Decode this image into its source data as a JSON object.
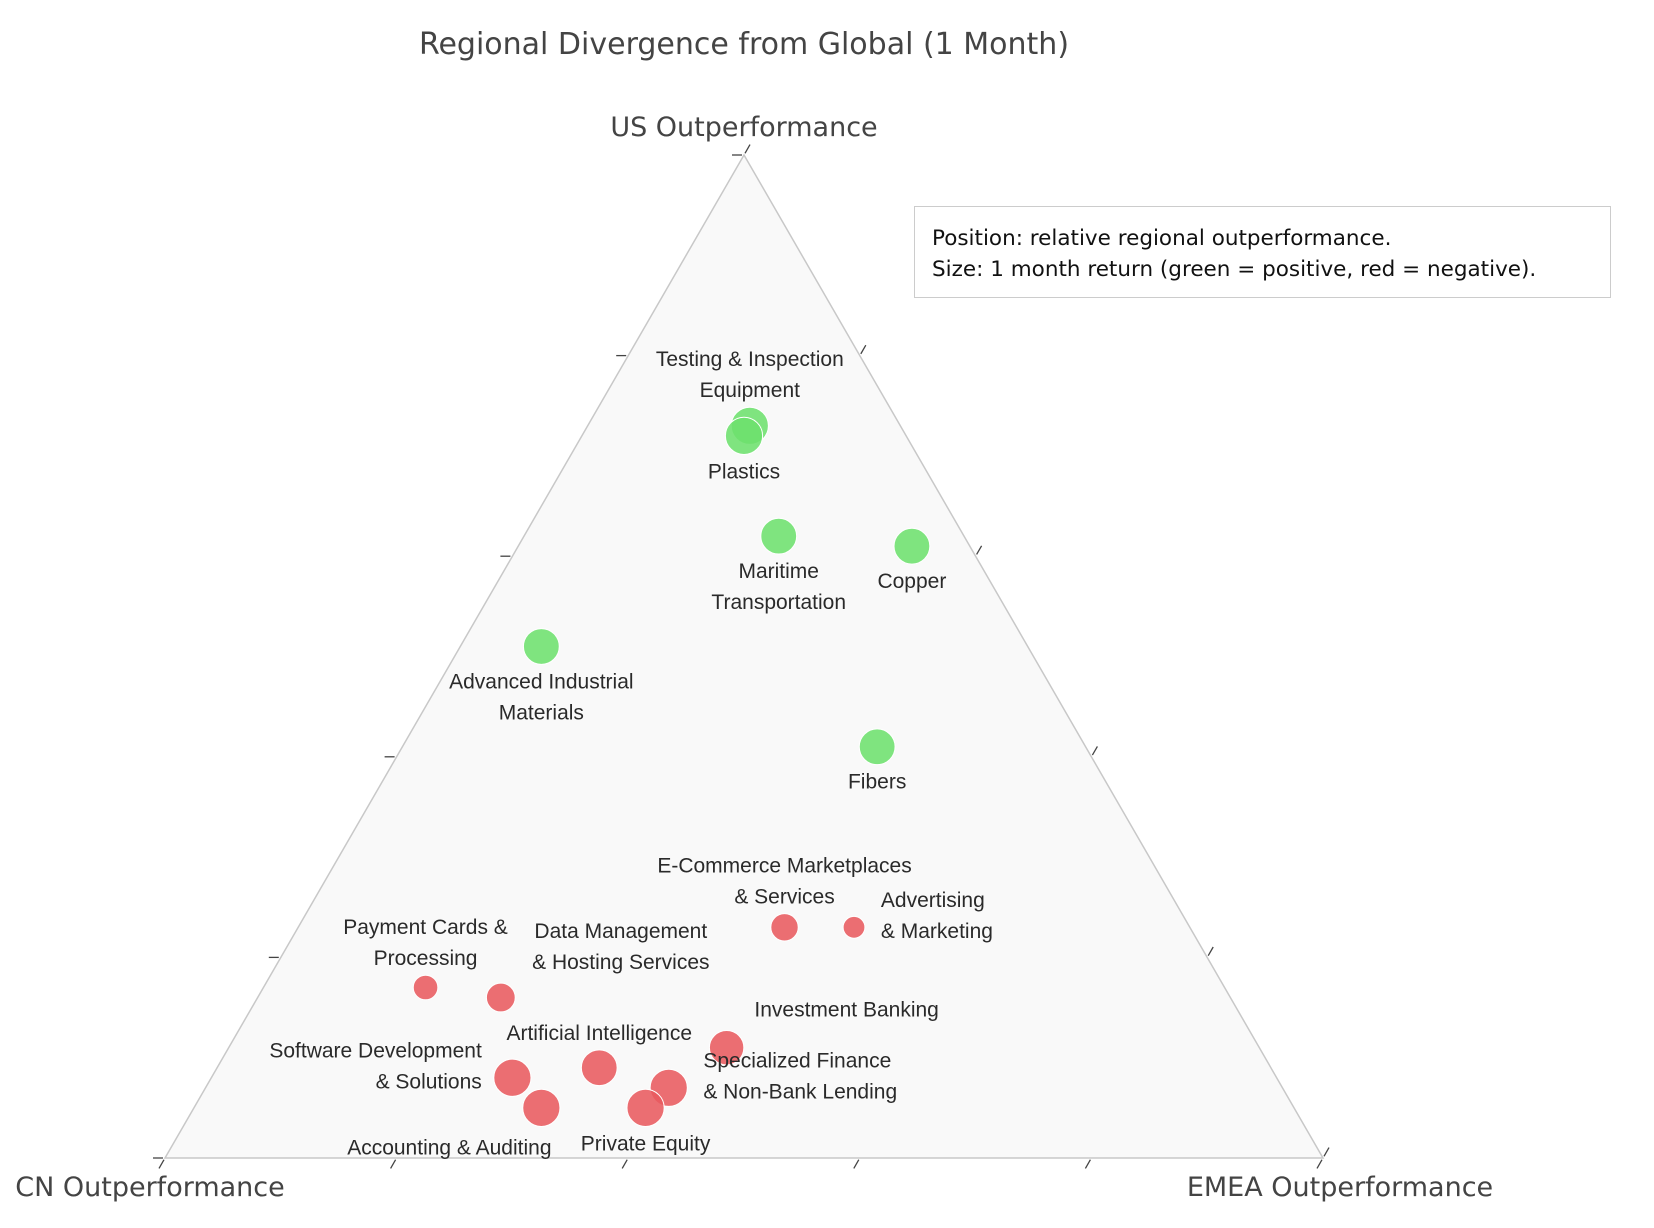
{
  "chart_data": {
    "type": "scatter",
    "subtype": "ternary",
    "title": "Regional Divergence from Global (1 Month)",
    "axes": {
      "top": "US Outperformance",
      "left": "CN Outperformance",
      "right": "EMEA Outperformance"
    },
    "ticks_per_side": 5,
    "colors": {
      "positive": "#6de06d",
      "negative": "#e85a5e",
      "triangle_fill": "#f9f9f9",
      "triangle_edge": "#c8c8c8"
    },
    "points": [
      {
        "name": "Testing & Inspection Equipment",
        "lines": [
          "Testing & Inspection",
          "Equipment"
        ],
        "us": 0.73,
        "emea": 0.14,
        "cn": 0.13,
        "return_sign": "positive",
        "size_rank": 0.9,
        "label_pos": "above"
      },
      {
        "name": "Plastics",
        "lines": [
          "Plastics"
        ],
        "us": 0.72,
        "emea": 0.14,
        "cn": 0.14,
        "return_sign": "positive",
        "size_rank": 0.9,
        "label_pos": "below"
      },
      {
        "name": "Maritime Transportation",
        "lines": [
          "Maritime",
          "Transportation"
        ],
        "us": 0.62,
        "emea": 0.22,
        "cn": 0.16,
        "return_sign": "positive",
        "size_rank": 0.85,
        "label_pos": "below"
      },
      {
        "name": "Copper",
        "lines": [
          "Copper"
        ],
        "us": 0.61,
        "emea": 0.34,
        "cn": 0.05,
        "return_sign": "positive",
        "size_rank": 0.85,
        "label_pos": "below"
      },
      {
        "name": "Advanced Industrial Materials",
        "lines": [
          "Advanced Industrial",
          "Materials"
        ],
        "us": 0.51,
        "emea": 0.07,
        "cn": 0.42,
        "return_sign": "positive",
        "size_rank": 0.85,
        "label_pos": "below"
      },
      {
        "name": "Fibers",
        "lines": [
          "Fibers"
        ],
        "us": 0.41,
        "emea": 0.41,
        "cn": 0.18,
        "return_sign": "positive",
        "size_rank": 0.85,
        "label_pos": "below"
      },
      {
        "name": "E-Commerce Marketplaces & Services",
        "lines": [
          "E-Commerce Marketplaces",
          "& Services"
        ],
        "us": 0.23,
        "emea": 0.42,
        "cn": 0.35,
        "return_sign": "negative",
        "size_rank": 0.55,
        "label_pos": "above"
      },
      {
        "name": "Advertising & Marketing",
        "lines": [
          "Advertising",
          "& Marketing"
        ],
        "us": 0.23,
        "emea": 0.48,
        "cn": 0.29,
        "return_sign": "negative",
        "size_rank": 0.35,
        "label_pos": "right"
      },
      {
        "name": "Payment Cards & Processing",
        "lines": [
          "Payment Cards &",
          "Processing"
        ],
        "us": 0.17,
        "emea": 0.14,
        "cn": 0.69,
        "return_sign": "negative",
        "size_rank": 0.45,
        "label_pos": "above"
      },
      {
        "name": "Data Management & Hosting Services",
        "lines": [
          "Data Management",
          "& Hosting Services"
        ],
        "us": 0.16,
        "emea": 0.21,
        "cn": 0.63,
        "return_sign": "negative",
        "size_rank": 0.6,
        "label_pos": "above-right"
      },
      {
        "name": "Investment Banking",
        "lines": [
          "Investment Banking"
        ],
        "us": 0.11,
        "emea": 0.43,
        "cn": 0.46,
        "return_sign": "negative",
        "size_rank": 0.8,
        "label_pos": "above-right"
      },
      {
        "name": "Artificial Intelligence",
        "lines": [
          "Artificial Intelligence"
        ],
        "us": 0.09,
        "emea": 0.33,
        "cn": 0.58,
        "return_sign": "negative",
        "size_rank": 0.85,
        "label_pos": "above"
      },
      {
        "name": "Software Development & Solutions",
        "lines": [
          "Software Development",
          "& Solutions"
        ],
        "us": 0.08,
        "emea": 0.26,
        "cn": 0.66,
        "return_sign": "negative",
        "size_rank": 0.9,
        "label_pos": "left"
      },
      {
        "name": "Specialized Finance & Non-Bank Lending",
        "lines": [
          "Specialized Finance",
          "& Non-Bank Lending"
        ],
        "us": 0.07,
        "emea": 0.4,
        "cn": 0.53,
        "return_sign": "negative",
        "size_rank": 0.9,
        "label_pos": "right"
      },
      {
        "name": "Accounting & Auditing",
        "lines": [
          "Accounting & Auditing"
        ],
        "us": 0.05,
        "emea": 0.3,
        "cn": 0.65,
        "return_sign": "negative",
        "size_rank": 0.9,
        "label_pos": "below-left"
      },
      {
        "name": "Private Equity",
        "lines": [
          "Private Equity"
        ],
        "us": 0.05,
        "emea": 0.39,
        "cn": 0.56,
        "return_sign": "negative",
        "size_rank": 0.9,
        "label_pos": "below"
      }
    ]
  },
  "annotation": {
    "line1": "Position: relative regional outperformance.",
    "line2": "Size: 1 month return (green = positive, red = negative)."
  }
}
